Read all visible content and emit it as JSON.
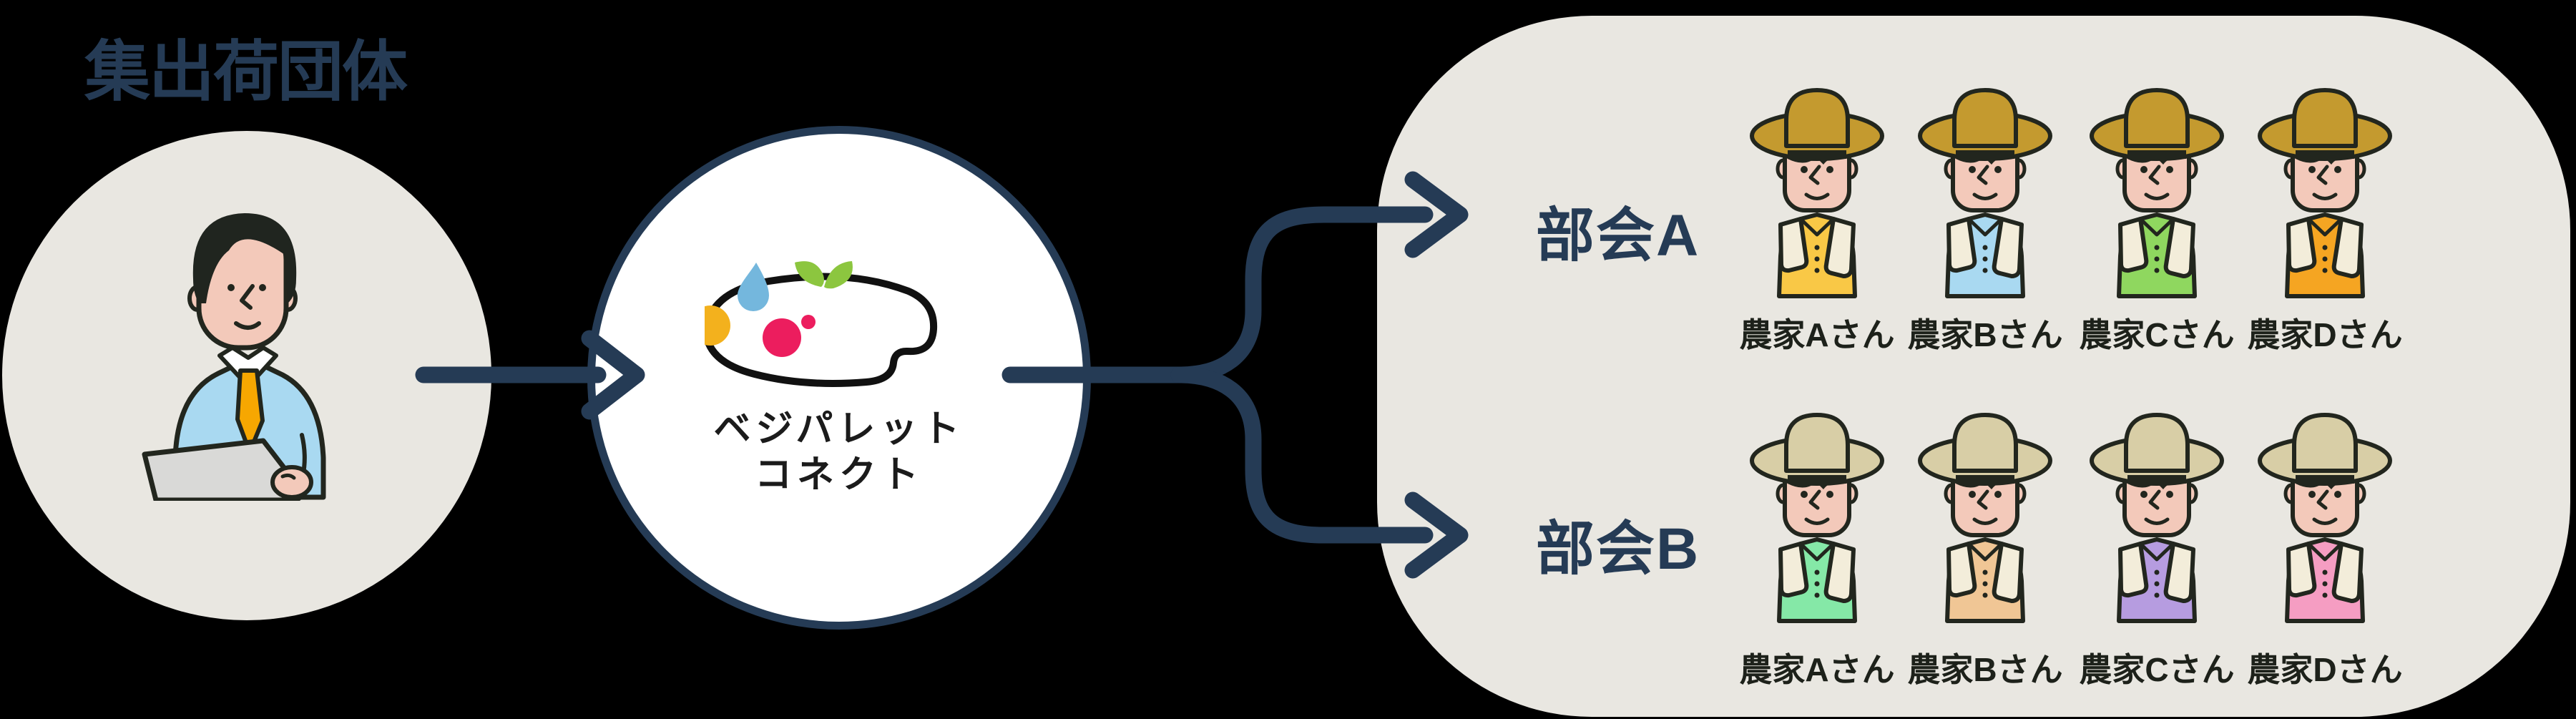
{
  "title": "集出荷団体",
  "platform": {
    "line1": "ベジパレット",
    "line2": "コネクト"
  },
  "groups": [
    {
      "label": "部会A",
      "hat_color": "#C49A2F",
      "farmers": [
        {
          "name": "農家Aさん",
          "shirt_color": "#F9C846"
        },
        {
          "name": "農家Bさん",
          "shirt_color": "#A9D9F1"
        },
        {
          "name": "農家Cさん",
          "shirt_color": "#8FD75F"
        },
        {
          "name": "農家Dさん",
          "shirt_color": "#F5A522"
        }
      ]
    },
    {
      "label": "部会B",
      "hat_color": "#D8CEA6",
      "farmers": [
        {
          "name": "農家Aさん",
          "shirt_color": "#85E8A7"
        },
        {
          "name": "農家Bさん",
          "shirt_color": "#F0C695"
        },
        {
          "name": "農家Cさん",
          "shirt_color": "#B69CE0"
        },
        {
          "name": "農家Dさん",
          "shirt_color": "#F59DC2"
        }
      ]
    }
  ],
  "colors": {
    "navy": "#253B55",
    "panel": "#E9E7E1",
    "outline": "#22261E",
    "face": "#F3C9BA",
    "towel": "#F3EDDA",
    "shirt_person": "#A9D9F1",
    "tie": "#F7A701",
    "laptop": "#D9D9D7",
    "hair": "#20251F",
    "logo_yellow": "#F3B11D",
    "logo_blue": "#74B7DD",
    "logo_green": "#8CC63F",
    "logo_pink": "#EC1D5E",
    "text_dark": "#1D211A"
  }
}
